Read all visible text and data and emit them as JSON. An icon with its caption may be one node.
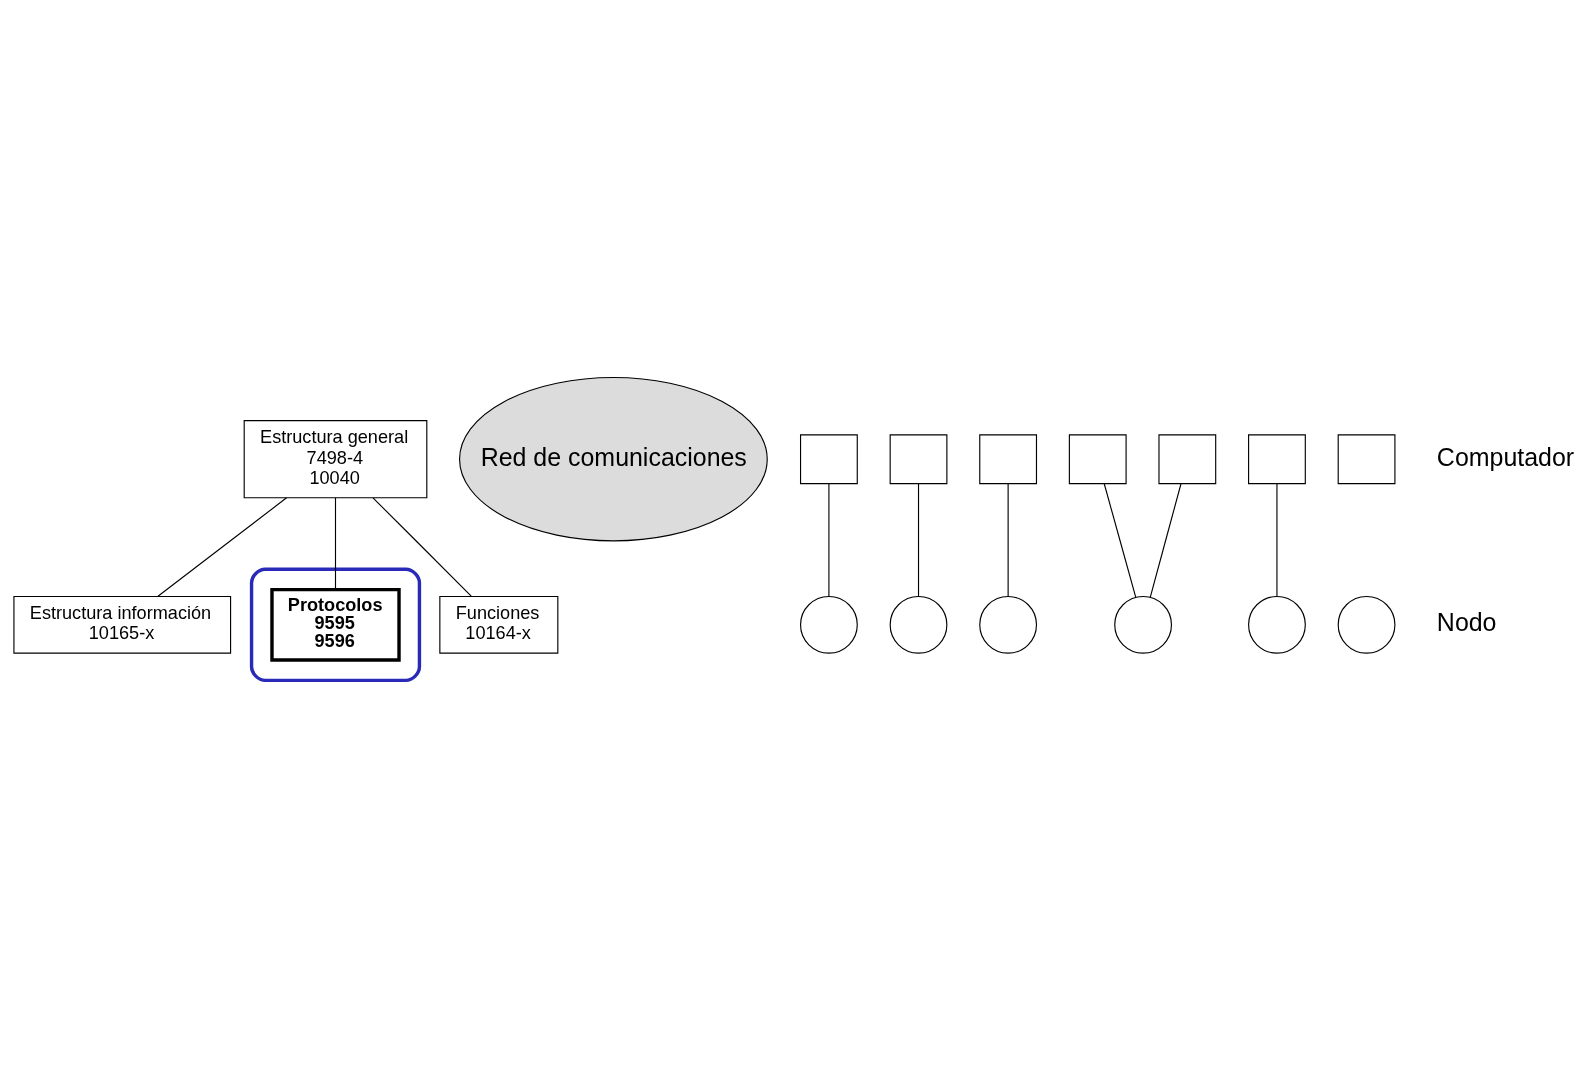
{
  "diagram": {
    "nodes": [
      {
        "text": [
          "Estructura general",
          "7498-4",
          "10040"
        ]
      },
      {
        "text": [
          "Estructura información",
          "10165-x"
        ]
      },
      {
        "text": [],
        "shape": "ellipse"
      },
      {
        "text": [
          "Protocolos",
          "9595",
          "9596"
        ],
        "in": 2
      },
      {
        "text": [
          "Funciones",
          "10164-x"
        ]
      },
      {
        "text": [
          "Red de comunicaciones"
        ]
      },
      {
        "text": [],
        "shape": "circle"
      },
      {
        "text": [],
        "shape": "circle"
      },
      {
        "text": [],
        "shape": "circle"
      },
      {
        "text": [],
        "shape": "circle"
      },
      {
        "text": [],
        "shape": "circle"
      },
      {
        "text": [],
        "shape": "box"
      },
      {
        "text": [],
        "shape": "box"
      },
      {
        "text": [],
        "shape": "box"
      },
      {
        "text": [],
        "shape": "box"
      },
      {
        "text": [],
        "shape": "box"
      },
      {
        "text": [],
        "shape": "box"
      },
      {
        "text": [],
        "shape": "box"
      },
      {
        "text": [],
        "shape": "circle"
      }
    ],
    "edges": [
      {
        "from": 0,
        "to": 1,
        "arrow": "none"
      },
      {
        "from": 0,
        "to": 3,
        "arrow": "none"
      },
      {
        "from": 0,
        "to": 4,
        "arrow": "none"
      },
      {
        "from": 11,
        "to": 6,
        "arrow": "none"
      },
      {
        "from": 12,
        "to": 7,
        "arrow": "none"
      },
      {
        "from": 13,
        "to": 8,
        "arrow": "none"
      },
      {
        "from": 14,
        "to": 9,
        "arrow": "none"
      },
      {
        "from": 15,
        "to": 9,
        "arrow": "none"
      },
      {
        "from": 16,
        "to": 10,
        "arrow": "none"
      }
    ],
    "legend": [
      {
        "text": "Computador"
      },
      {
        "text": "Nodo"
      }
    ]
  }
}
